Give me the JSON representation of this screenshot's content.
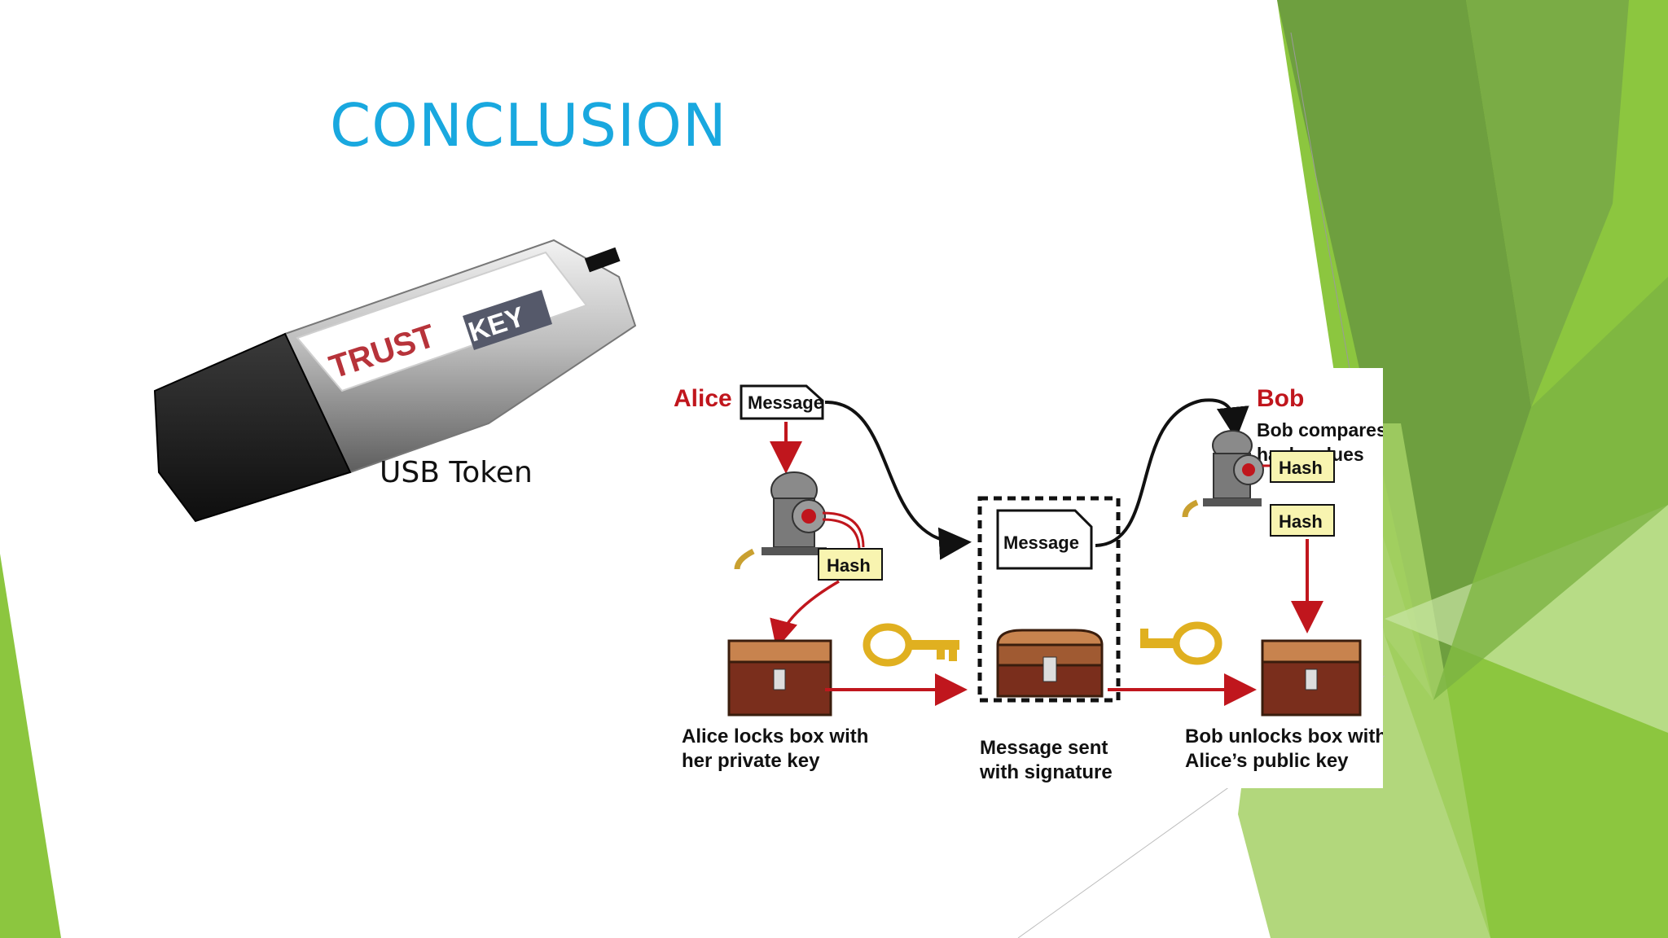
{
  "slide": {
    "title": "CONCLUSION",
    "usb_caption": "USB Token",
    "colors": {
      "title": "#19a8df",
      "accent_green": "#8cc63f",
      "dark_green": "#6a9a3f"
    }
  },
  "usb_token": {
    "brand_left": "TRUST",
    "brand_right": "KEY"
  },
  "diagram": {
    "alice": "Alice",
    "bob": "Bob",
    "message": "Message",
    "hash": "Hash",
    "bob_compares_1": "Bob compares",
    "bob_compares_2": "hash values",
    "alice_caption_1": "Alice locks box with",
    "alice_caption_2": "her private key",
    "middle_caption_1": "Message sent",
    "middle_caption_2": "with signature",
    "bob_caption_1": "Bob unlocks box with",
    "bob_caption_2": "Alice’s public key",
    "icons": [
      "meat-grinder-icon",
      "treasure-chest-icon",
      "key-icon"
    ]
  }
}
